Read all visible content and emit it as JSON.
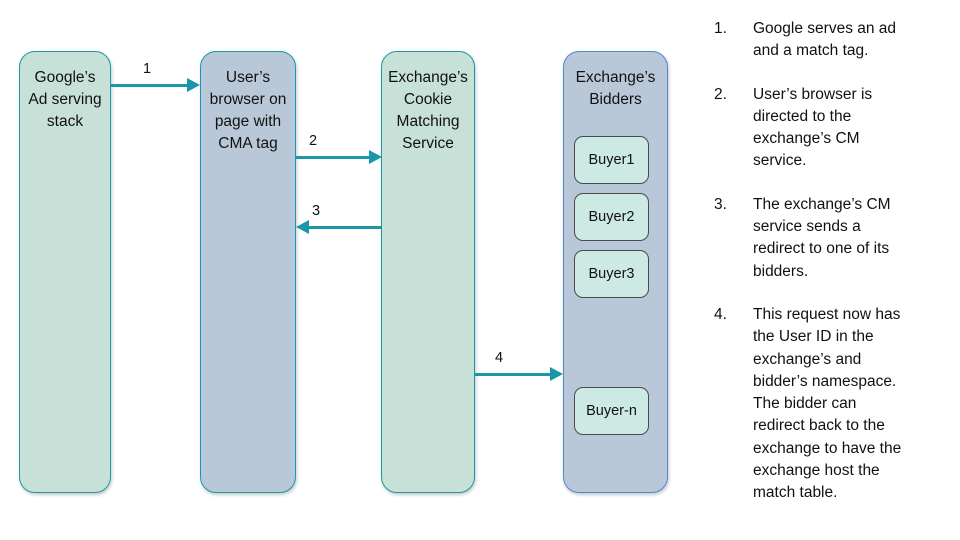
{
  "diagram": {
    "lanes": {
      "google": {
        "label": "Google’s\nAd serving\nstack"
      },
      "browser": {
        "label": "User’s\nbrowser on\npage with\nCMA tag"
      },
      "cms": {
        "label": "Exchange’s\nCookie\nMatching\nService"
      },
      "bidders": {
        "title": "Exchange’s\nBidders",
        "buyers": [
          "Buyer1",
          "Buyer2",
          "Buyer3",
          "Buyer-n"
        ]
      }
    },
    "arrows": [
      {
        "label": "1"
      },
      {
        "label": "2"
      },
      {
        "label": "3"
      },
      {
        "label": "4"
      }
    ],
    "colors": {
      "lane_green_fill": "#c7e1d9",
      "lane_blue_fill": "#b9c8d8",
      "teal_border": "#1b98a8",
      "bidders_border": "#5585d5",
      "buyer_fill": "#cde9e4",
      "arrow": "#1b98a8"
    }
  },
  "steps": [
    {
      "number": "1.",
      "text": "Google serves an ad\nand a match tag."
    },
    {
      "number": "2.",
      "text": "User’s browser is\ndirected to the\nexchange’s CM\nservice."
    },
    {
      "number": "3.",
      "text": "The exchange’s CM\nservice sends a\nredirect to one of its\nbidders."
    },
    {
      "number": "4.",
      "text": "This request now has\nthe User ID in the\nexchange’s and\nbidder’s namespace.\nThe bidder can\nredirect back to the\nexchange to have the\nexchange host the\nmatch table."
    }
  ]
}
